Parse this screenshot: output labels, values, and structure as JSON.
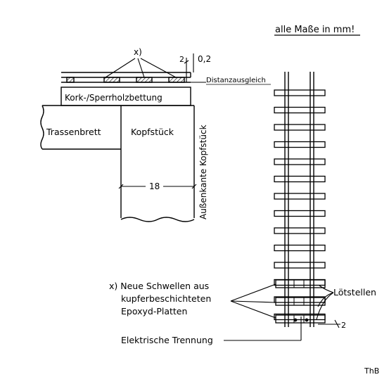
{
  "header": {
    "units_note": "alle Maße in mm!"
  },
  "cross_section": {
    "new_sleepers_marker": "x)",
    "height_dim": "2",
    "tolerance_dim": "0,2",
    "spacer_label": "Distanzausgleich",
    "bedding_label": "Kork-/Sperrholzbettung",
    "trassenbrett_label": "Trassenbrett",
    "kopfstueck_label": "Kopfstück",
    "outer_edge_label": "Außenkante Kopfstück",
    "width_dim": "18"
  },
  "track_plan": {
    "solder_label": "Lötstellen",
    "gap_dim": "2"
  },
  "legend": {
    "marker": "x)",
    "line1": "Neue Schwellen aus",
    "line2": "kupferbeschichteten",
    "line3": "Epoxyd-Platten",
    "electrical_label": "Elektrische Trennung"
  },
  "signature": "ThB"
}
